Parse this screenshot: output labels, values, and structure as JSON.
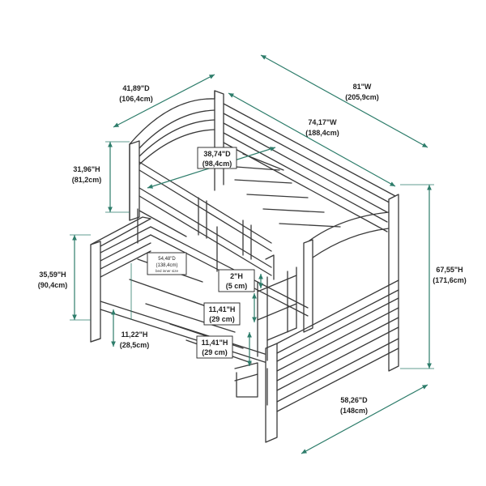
{
  "dimensions": {
    "overall_width": {
      "imperial": "81\"W",
      "metric": "(205,9cm)"
    },
    "inner_width": {
      "imperial": "74,17\"W",
      "metric": "(188,4cm)"
    },
    "top_depth": {
      "imperial": "41,89\"D",
      "metric": "(106,4cm)"
    },
    "top_guard_height": {
      "imperial": "31,96\"H",
      "metric": "(81,2cm)"
    },
    "top_inner_depth": {
      "imperial": "38,74\"D",
      "metric": "(98,4cm)"
    },
    "bottom_inner_depth": {
      "imperial": "54,48\"D",
      "metric": "(138,4cm)",
      "note": "bed inner size"
    },
    "bottom_end_height": {
      "imperial": "35,59\"H",
      "metric": "(90,4cm)"
    },
    "ladder_step": {
      "imperial": "2\"H",
      "metric": "(5 cm)"
    },
    "ladder_rung_upper": {
      "imperial": "11,41\"H",
      "metric": "(29 cm)"
    },
    "ladder_rung_lower": {
      "imperial": "11,41\"H",
      "metric": "(29 cm)"
    },
    "floor_clearance": {
      "imperial": "11,22\"H",
      "metric": "(28,5cm)"
    },
    "overall_height": {
      "imperial": "67,55\"H",
      "metric": "(171,6cm)"
    },
    "bottom_depth": {
      "imperial": "58,26\"D",
      "metric": "(148cm)"
    }
  },
  "colors": {
    "dimension_arrow": "#2e7d6b",
    "line_art": "#3a3a3a"
  }
}
